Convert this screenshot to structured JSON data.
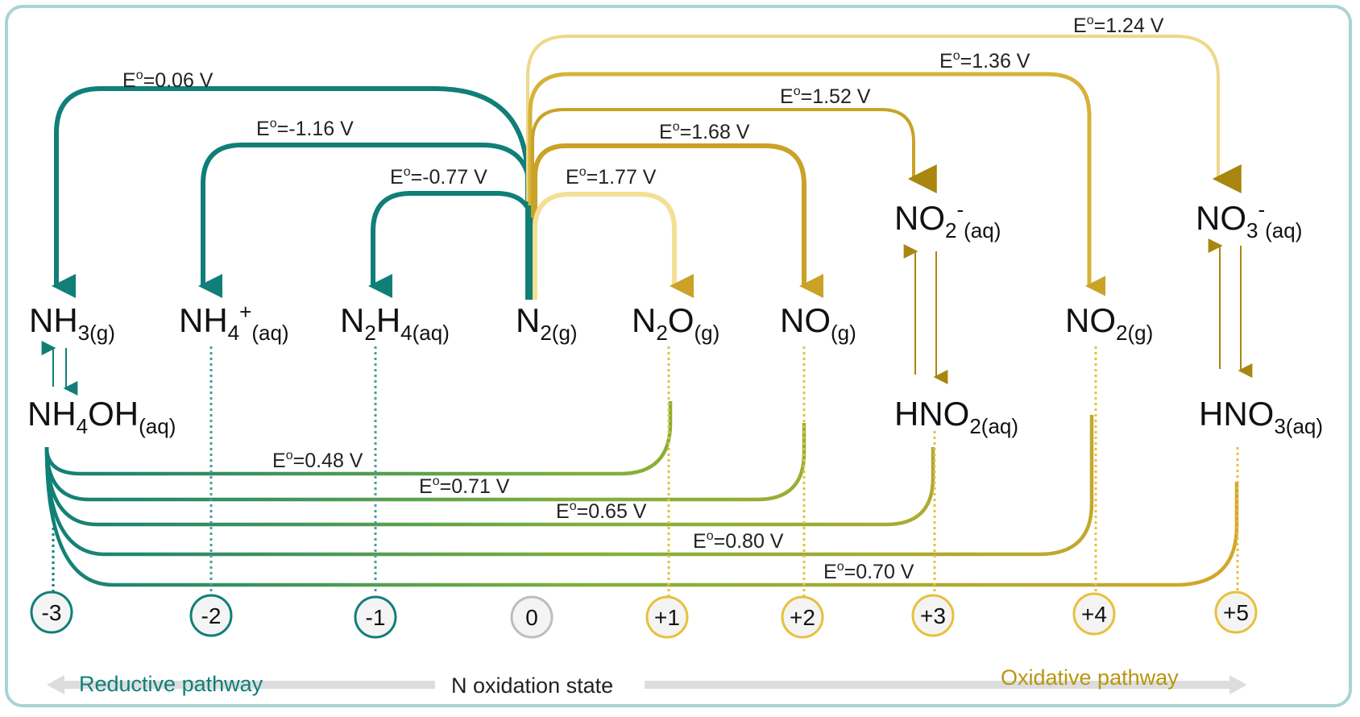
{
  "species": {
    "nh3": {
      "base": "NH",
      "sub": "3(g)"
    },
    "nh4": {
      "base": "NH",
      "sub1": "4",
      "sup": "+",
      "sub2": "(aq)"
    },
    "n2h4": {
      "base1": "N",
      "sub1": "2",
      "base2": "H",
      "sub2": "4(aq)"
    },
    "n2": {
      "base": "N",
      "sub": "2(g)"
    },
    "n2o": {
      "base1": "N",
      "sub1": "2",
      "base2": "O",
      "sub2": "(g)"
    },
    "no": {
      "base": "NO",
      "sub": "(g)"
    },
    "no2": {
      "base": "NO",
      "sub": "2(g)"
    },
    "no2m": {
      "base": "NO",
      "sub1": "2",
      "sup": "-",
      "sub2": "(aq)"
    },
    "no3m": {
      "base": "NO",
      "sub1": "3",
      "sup": "-",
      "sub2": "(aq)"
    },
    "nh4oh": {
      "base1": "NH",
      "sub1": "4",
      "base2": "OH",
      "sub2": "(aq)"
    },
    "hno2": {
      "base": "HNO",
      "sub": "2(aq)"
    },
    "hno3": {
      "base": "HNO",
      "sub": "3(aq)"
    }
  },
  "potentials": {
    "n2_nh3": "=0.06 V",
    "n2_nh4": "=-1.16 V",
    "n2_n2h4": "=-0.77 V",
    "n2_n2o": "=1.77 V",
    "n2_no": "=1.68 V",
    "n2_no2m": "=1.52 V",
    "n2_no2": "=1.36 V",
    "n2_no3m": "=1.24 V",
    "nh4oh_n2o": "=0.48 V",
    "nh4oh_no": "=0.71 V",
    "nh4oh_hno2": "=0.65 V",
    "nh4oh_no2": "=0.80 V",
    "nh4oh_hno3": "=0.70 V"
  },
  "potential_prefix": {
    "e": "E",
    "o": "o"
  },
  "oxidation_states": [
    "-3",
    "-2",
    "-1",
    "0",
    "+1",
    "+2",
    "+3",
    "+4",
    "+5"
  ],
  "axis": {
    "left": "Reductive pathway",
    "center": "N oxidation state",
    "right": "Oxidative pathway"
  },
  "colors": {
    "teal": "#0f7f78",
    "gold": "#c9a227",
    "gold_dark": "#a8860f",
    "pale_gold": "#efd88a",
    "grey_pill": "#bdbdbd",
    "frame": "#a8d4d4"
  }
}
